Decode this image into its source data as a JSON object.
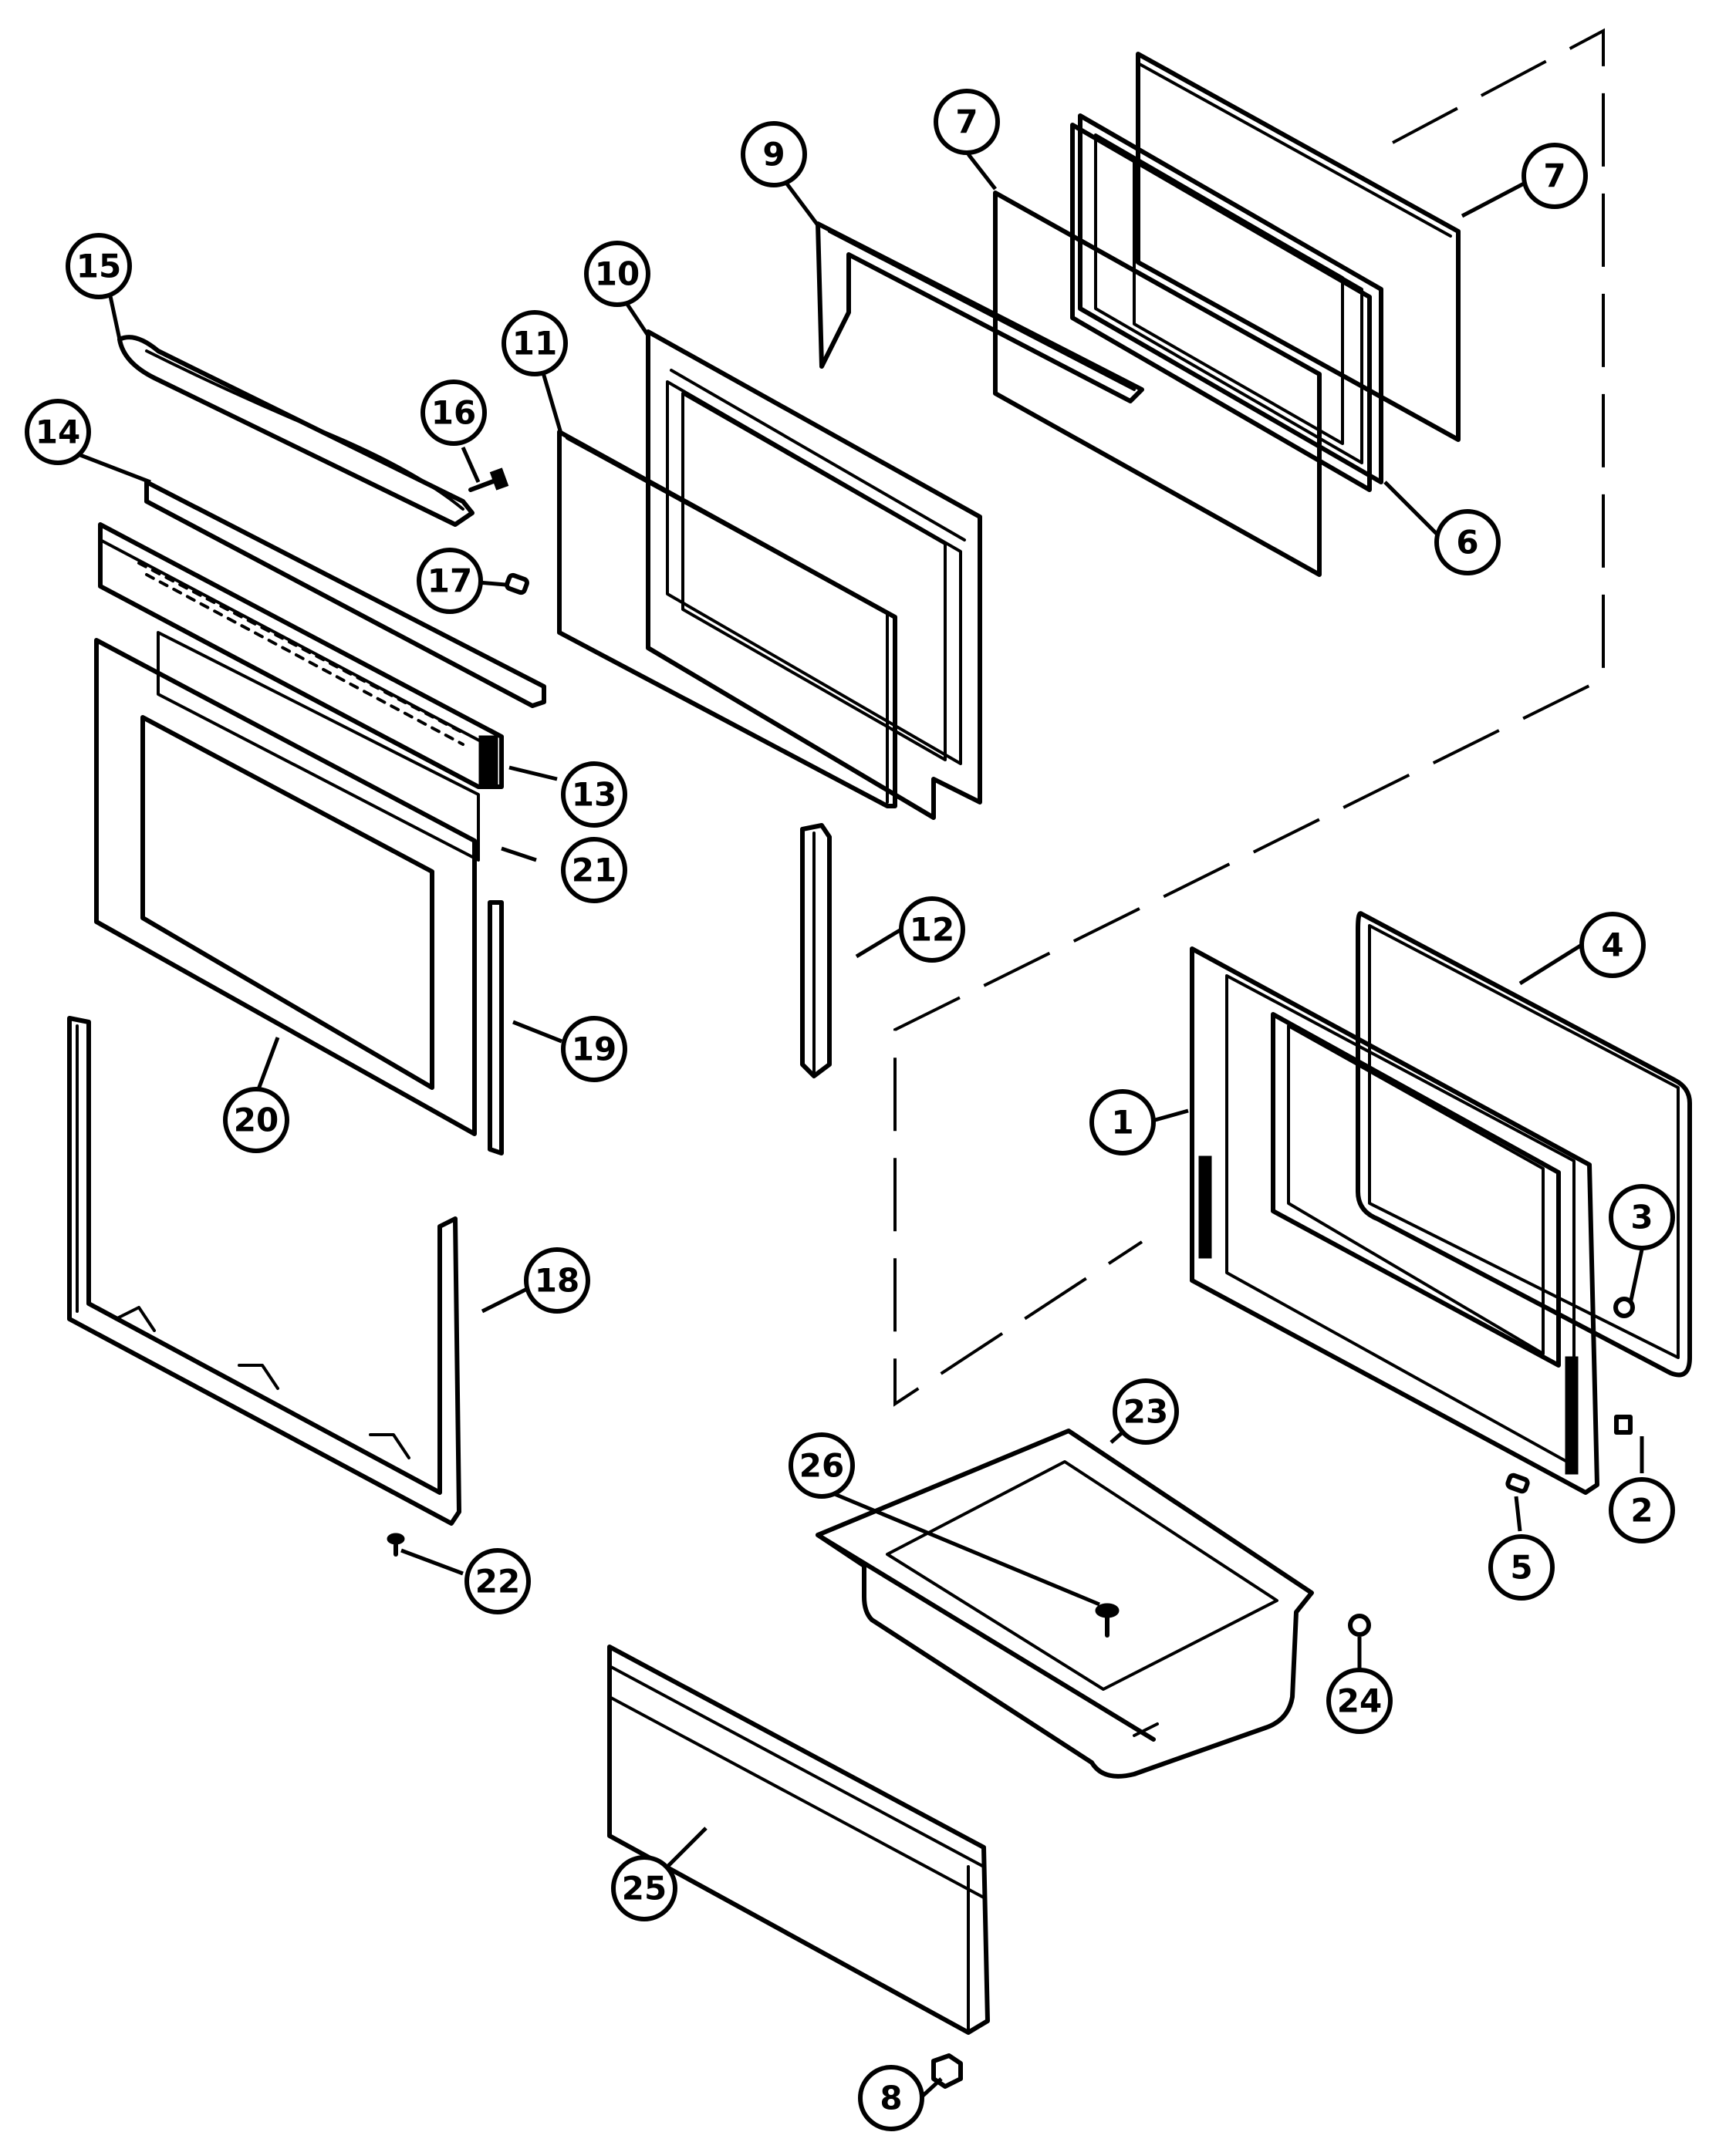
{
  "callouts": [
    {
      "id": "c1",
      "label": "1"
    },
    {
      "id": "c2",
      "label": "2"
    },
    {
      "id": "c3",
      "label": "3"
    },
    {
      "id": "c4",
      "label": "4"
    },
    {
      "id": "c5",
      "label": "5"
    },
    {
      "id": "c6",
      "label": "6"
    },
    {
      "id": "c7a",
      "label": "7"
    },
    {
      "id": "c7b",
      "label": "7"
    },
    {
      "id": "c8",
      "label": "8"
    },
    {
      "id": "c9",
      "label": "9"
    },
    {
      "id": "c10",
      "label": "10"
    },
    {
      "id": "c11",
      "label": "11"
    },
    {
      "id": "c12",
      "label": "12"
    },
    {
      "id": "c13",
      "label": "13"
    },
    {
      "id": "c14",
      "label": "14"
    },
    {
      "id": "c15",
      "label": "15"
    },
    {
      "id": "c16",
      "label": "16"
    },
    {
      "id": "c17",
      "label": "17"
    },
    {
      "id": "c18",
      "label": "18"
    },
    {
      "id": "c19",
      "label": "19"
    },
    {
      "id": "c20",
      "label": "20"
    },
    {
      "id": "c21",
      "label": "21"
    },
    {
      "id": "c22",
      "label": "22"
    },
    {
      "id": "c23",
      "label": "23"
    },
    {
      "id": "c24",
      "label": "24"
    },
    {
      "id": "c25",
      "label": "25"
    },
    {
      "id": "c26",
      "label": "26"
    }
  ]
}
